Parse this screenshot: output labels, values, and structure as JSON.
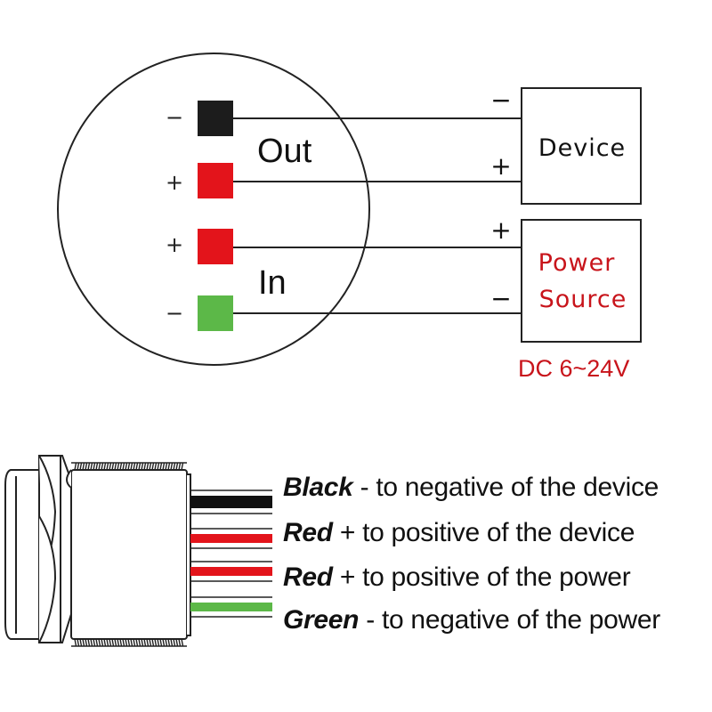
{
  "diagram": {
    "pins": [
      {
        "sign": "−",
        "color": "#1c1c1c"
      },
      {
        "sign": "+",
        "color": "#e3141b"
      },
      {
        "sign": "+",
        "color": "#e3141b"
      },
      {
        "sign": "−",
        "color": "#5cb848"
      }
    ],
    "out_label": "Out",
    "in_label": "In",
    "device": {
      "label": "Device",
      "minus": "−",
      "plus": "+"
    },
    "power_source": {
      "line1": "Power",
      "line2": "Source",
      "plus": "+",
      "minus": "−",
      "color": "#c8141b"
    },
    "voltage": "DC 6~24V"
  },
  "legend": {
    "items": [
      {
        "name": "Black",
        "text": " - to negative of the device",
        "wire_color": "#111111"
      },
      {
        "name": "Red",
        "text": " + to positive of the device",
        "wire_color": "#e3141b"
      },
      {
        "name": "Red",
        "text": " + to positive of the power",
        "wire_color": "#e3141b"
      },
      {
        "name": "Green",
        "text": " - to negative of the power",
        "wire_color": "#5cb848"
      }
    ]
  }
}
